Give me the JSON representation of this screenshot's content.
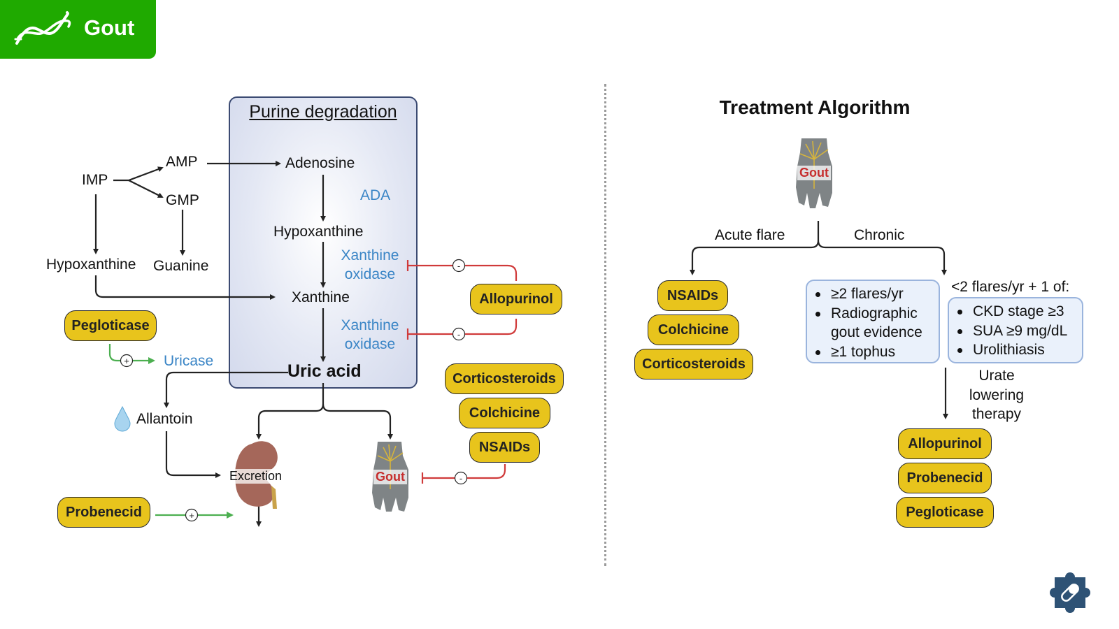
{
  "header": {
    "title": "Gout",
    "icon": "dna-icon",
    "color": "#1faa00"
  },
  "pathway": {
    "box_title": "Purine degradation",
    "nodes": {
      "imp": "IMP",
      "amp": "AMP",
      "gmp": "GMP",
      "hypoxanthine_outer": "Hypoxanthine",
      "guanine": "Guanine",
      "adenosine": "Adenosine",
      "hypoxanthine_inner": "Hypoxanthine",
      "xanthine": "Xanthine",
      "uric_acid": "Uric acid",
      "allantoin": "Allantoin",
      "excretion": "Excretion",
      "gout": "Gout"
    },
    "enzymes": {
      "ada": "ADA",
      "xo1_line1": "Xanthine",
      "xo1_line2": "oxidase",
      "xo2_line1": "Xanthine",
      "xo2_line2": "oxidase",
      "uricase": "Uricase"
    },
    "drugs": {
      "allopurinol": "Allopurinol",
      "pegloticase": "Pegloticase",
      "probenecid": "Probenecid",
      "corticosteroids": "Corticosteroids",
      "colchicine": "Colchicine",
      "nsaids": "NSAIDs"
    },
    "effect_signs": {
      "inhibit": "-",
      "activate": "+"
    },
    "colors": {
      "enzyme": "#3a85c6",
      "inhibit": "#d03a3a",
      "activate": "#4caf50",
      "drug_pill": "#e8c41c",
      "gout_label": "#c62e2e"
    }
  },
  "treatment": {
    "title": "Treatment Algorithm",
    "root": "Gout",
    "branches": {
      "acute": "Acute flare",
      "chronic": "Chronic"
    },
    "acute_drugs": [
      "NSAIDs",
      "Colchicine",
      "Corticosteroids"
    ],
    "chronic_criteria_a": [
      "≥2 flares/yr",
      "Radiographic gout evidence",
      "≥1 tophus"
    ],
    "chronic_criteria_b_heading": "<2 flares/yr + 1 of:",
    "chronic_criteria_b": [
      "CKD stage ≥3",
      "SUA ≥9 mg/dL",
      "Urolithiasis"
    ],
    "ult_label_lines": [
      "Urate",
      "lowering",
      "therapy"
    ],
    "ult_drugs": [
      "Allopurinol",
      "Probenecid",
      "Pegloticase"
    ]
  },
  "footer": {
    "icon": "puzzle-pill-icon",
    "color": "#2e5275"
  }
}
